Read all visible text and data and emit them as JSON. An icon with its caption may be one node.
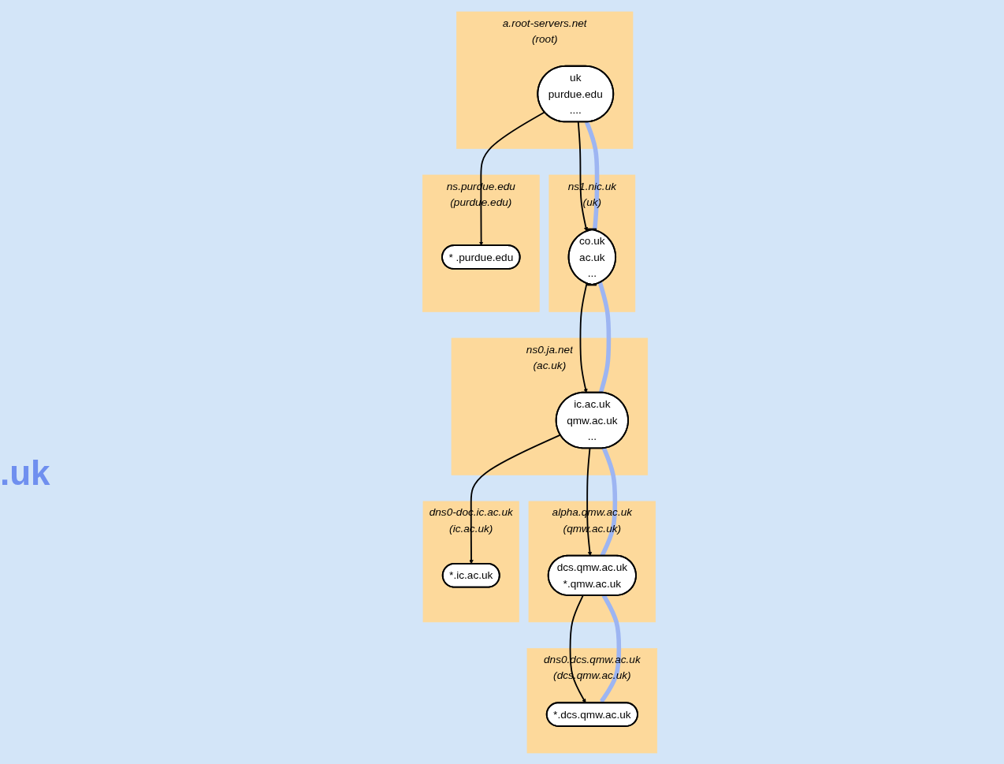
{
  "diagram": {
    "nodes": [
      {
        "text": [
          "a.root-servers.net",
          "(root)"
        ]
      },
      {
        "text": [
          "uk",
          "purdue.edu",
          "...."
        ],
        "in": 0
      },
      {
        "text": [
          "ns1.nic.uk",
          "(uk)"
        ]
      },
      {
        "text": [
          "co.uk",
          "ac.uk",
          "..."
        ],
        "in": 2
      },
      {
        "text": [
          "ns.purdue.edu",
          "(purdue.edu)"
        ]
      },
      {
        "text": [
          "* .purdue.edu"
        ],
        "in": 4
      },
      {
        "text": [
          "ns0.ja.net",
          "(ac.uk)"
        ]
      },
      {
        "text": [
          "ic.ac.uk",
          "qmw.ac.uk",
          "..."
        ],
        "in": 6
      },
      {
        "text": [
          "alpha.qmw.ac.uk",
          "(qmw.ac.uk)"
        ]
      },
      {
        "text": [
          "dcs.qmw.ac.uk",
          "*.qmw.ac.uk"
        ],
        "in": 8
      },
      {
        "text": [
          "dns0.dcs.qmw.ac.uk",
          "(dcs.qmw.ac.uk)"
        ]
      },
      {
        "text": [
          "*.dcs.qmw.ac.uk"
        ],
        "in": 10
      },
      {
        "text": [
          "dns0-doc.ic.ac.uk",
          "(ic.ac.uk)"
        ]
      },
      {
        "text": [
          "*.ic.ac.uk"
        ],
        "in": 12
      }
    ],
    "edges": [
      {
        "from": 1,
        "to": 3,
        "arrow": "to"
      },
      {
        "from": 1,
        "to": 5,
        "arrow": "to"
      },
      {
        "from": 3,
        "to": 7,
        "arrow": "to"
      },
      {
        "from": 7,
        "to": 13,
        "arrow": "to"
      },
      {
        "from": 7,
        "to": 9,
        "arrow": "to"
      },
      {
        "from": 9,
        "to": 11,
        "arrow": "to"
      },
      {
        "from": 1,
        "to": 3,
        "arrow": "none",
        "style": "thick",
        "color": "#9db5f2"
      },
      {
        "from": 3,
        "to": 7,
        "arrow": "none",
        "style": "thick",
        "color": "#9db5f2"
      },
      {
        "from": 7,
        "to": 9,
        "arrow": "none",
        "style": "thick",
        "color": "#9db5f2"
      },
      {
        "from": 9,
        "to": 11,
        "arrow": "to",
        "style": "thick",
        "color": "#9db5f2"
      }
    ],
    "labels": [
      ".uk"
    ]
  }
}
